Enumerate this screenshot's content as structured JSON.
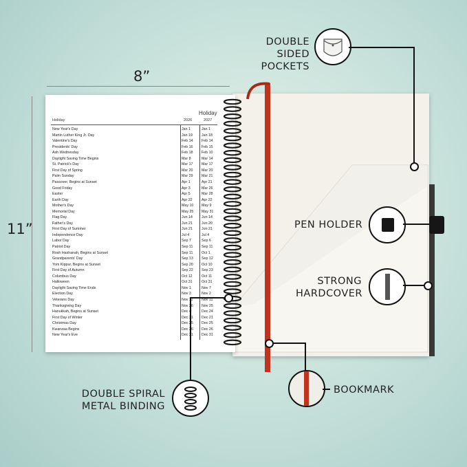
{
  "dimensions": {
    "width_label": "8”",
    "height_label": "11”"
  },
  "calendar": {
    "title": "Holiday",
    "headers": {
      "name": "Holiday",
      "year_a": "2026",
      "year_b": "2027"
    },
    "rows": [
      [
        "New Year's Day",
        "Jan 1",
        "Jan 1"
      ],
      [
        "Martin Luther King Jr. Day",
        "Jan 19",
        "Jan 18"
      ],
      [
        "Valentine's Day",
        "Feb 14",
        "Feb 14"
      ],
      [
        "Presidents' Day",
        "Feb 16",
        "Feb 15"
      ],
      [
        "Ash Wednesday",
        "Feb 18",
        "Feb 10"
      ],
      [
        "Daylight Saving Time Begins",
        "Mar 8",
        "Mar 14"
      ],
      [
        "St. Patrick's Day",
        "Mar 17",
        "Mar 17"
      ],
      [
        "First Day of Spring",
        "Mar 20",
        "Mar 20"
      ],
      [
        "Palm Sunday",
        "Mar 29",
        "Mar 21"
      ],
      [
        "Passover, Begins at Sunset",
        "Apr 1",
        "Apr 21"
      ],
      [
        "Good Friday",
        "Apr 3",
        "Mar 26"
      ],
      [
        "Easter",
        "Apr 5",
        "Mar 28"
      ],
      [
        "Earth Day",
        "Apr 22",
        "Apr 22"
      ],
      [
        "Mother's Day",
        "May 10",
        "May 9"
      ],
      [
        "Memorial Day",
        "May 25",
        "May 31"
      ],
      [
        "Flag Day",
        "Jun 14",
        "Jun 14"
      ],
      [
        "Father's Day",
        "Jun 21",
        "Jun 20"
      ],
      [
        "First Day of Summer",
        "Jun 21",
        "Jun 21"
      ],
      [
        "Independence Day",
        "Jul 4",
        "Jul 4"
      ],
      [
        "Labor Day",
        "Sep 7",
        "Sep 6"
      ],
      [
        "Patriot Day",
        "Sep 11",
        "Sep 11"
      ],
      [
        "Rosh Hashanah, Begins at Sunset",
        "Sep 11",
        "Oct 1"
      ],
      [
        "Grandparents' Day",
        "Sep 13",
        "Sep 12"
      ],
      [
        "Yom Kippur, Begins at Sunset",
        "Sep 20",
        "Oct 10"
      ],
      [
        "First Day of Autumn",
        "Sep 22",
        "Sep 23"
      ],
      [
        "Columbus Day",
        "Oct 12",
        "Oct 11"
      ],
      [
        "Halloween",
        "Oct 31",
        "Oct 31"
      ],
      [
        "Daylight Saving Time Ends",
        "Nov 1",
        "Nov 7"
      ],
      [
        "Election Day",
        "Nov 3",
        "Nov 2"
      ],
      [
        "Veterans Day",
        "Nov 11",
        "Nov 11"
      ],
      [
        "Thanksgiving Day",
        "Nov 26",
        "Nov 25"
      ],
      [
        "Hanukkah, Begins at Sunset",
        "Dec 4",
        "Dec 24"
      ],
      [
        "First Day of Winter",
        "Dec 21",
        "Dec 21"
      ],
      [
        "Christmas Day",
        "Dec 25",
        "Dec 25"
      ],
      [
        "Kwanzaa Begins",
        "Dec 26",
        "Dec 26"
      ],
      [
        "New Year's Eve",
        "Dec 31",
        "Dec 31"
      ]
    ]
  },
  "callouts": {
    "pockets": [
      "DOUBLE SIDED",
      "POCKETS"
    ],
    "pen_holder": [
      "PEN HOLDER"
    ],
    "hardcover": [
      "STRONG",
      "HARDCOVER"
    ],
    "bookmark": [
      "BOOKMARK"
    ],
    "binding": [
      "DOUBLE SPIRAL",
      "METAL BINDING"
    ]
  },
  "colors": {
    "bookmark": "#c0341d",
    "cover": "#3a3b39",
    "background": "#cfe6df"
  }
}
